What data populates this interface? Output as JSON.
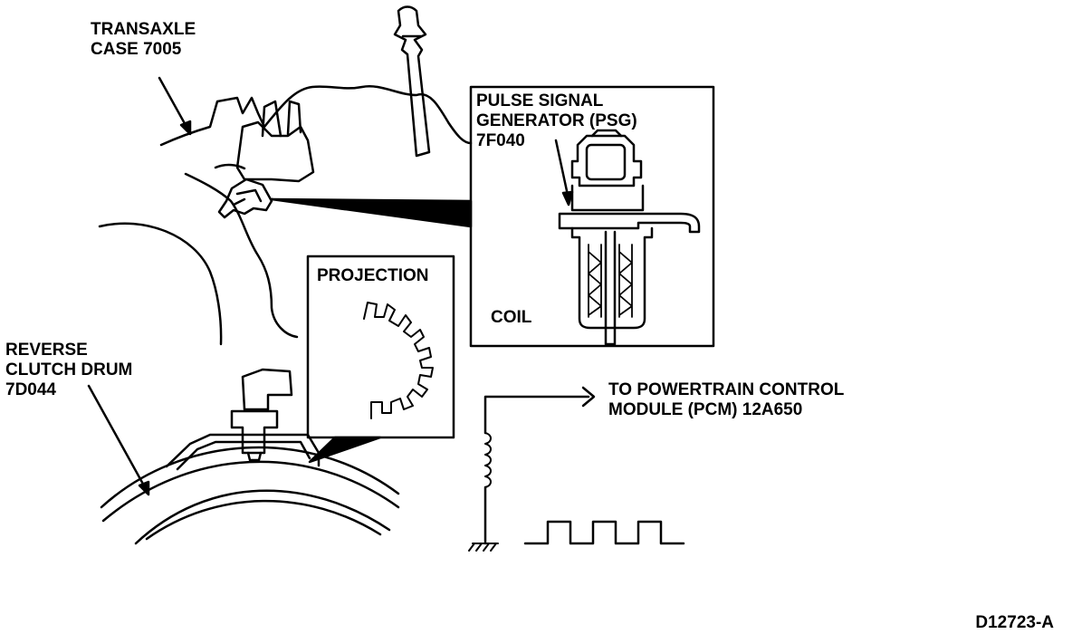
{
  "labels": {
    "transaxle_case": [
      "TRANSAXLE",
      "CASE 7005"
    ],
    "psg": [
      "PULSE SIGNAL",
      "GENERATOR (PSG)",
      "7F040"
    ],
    "coil": "COIL",
    "projection": "PROJECTION",
    "reverse_clutch_drum": [
      "REVERSE",
      "CLUTCH DRUM",
      "7D044"
    ],
    "to_pcm": [
      "TO POWERTRAIN CONTROL",
      "MODULE (PCM) 12A650"
    ],
    "figure_id": "D12723-A"
  },
  "colors": {
    "ink": "#000000",
    "paper": "#ffffff"
  }
}
